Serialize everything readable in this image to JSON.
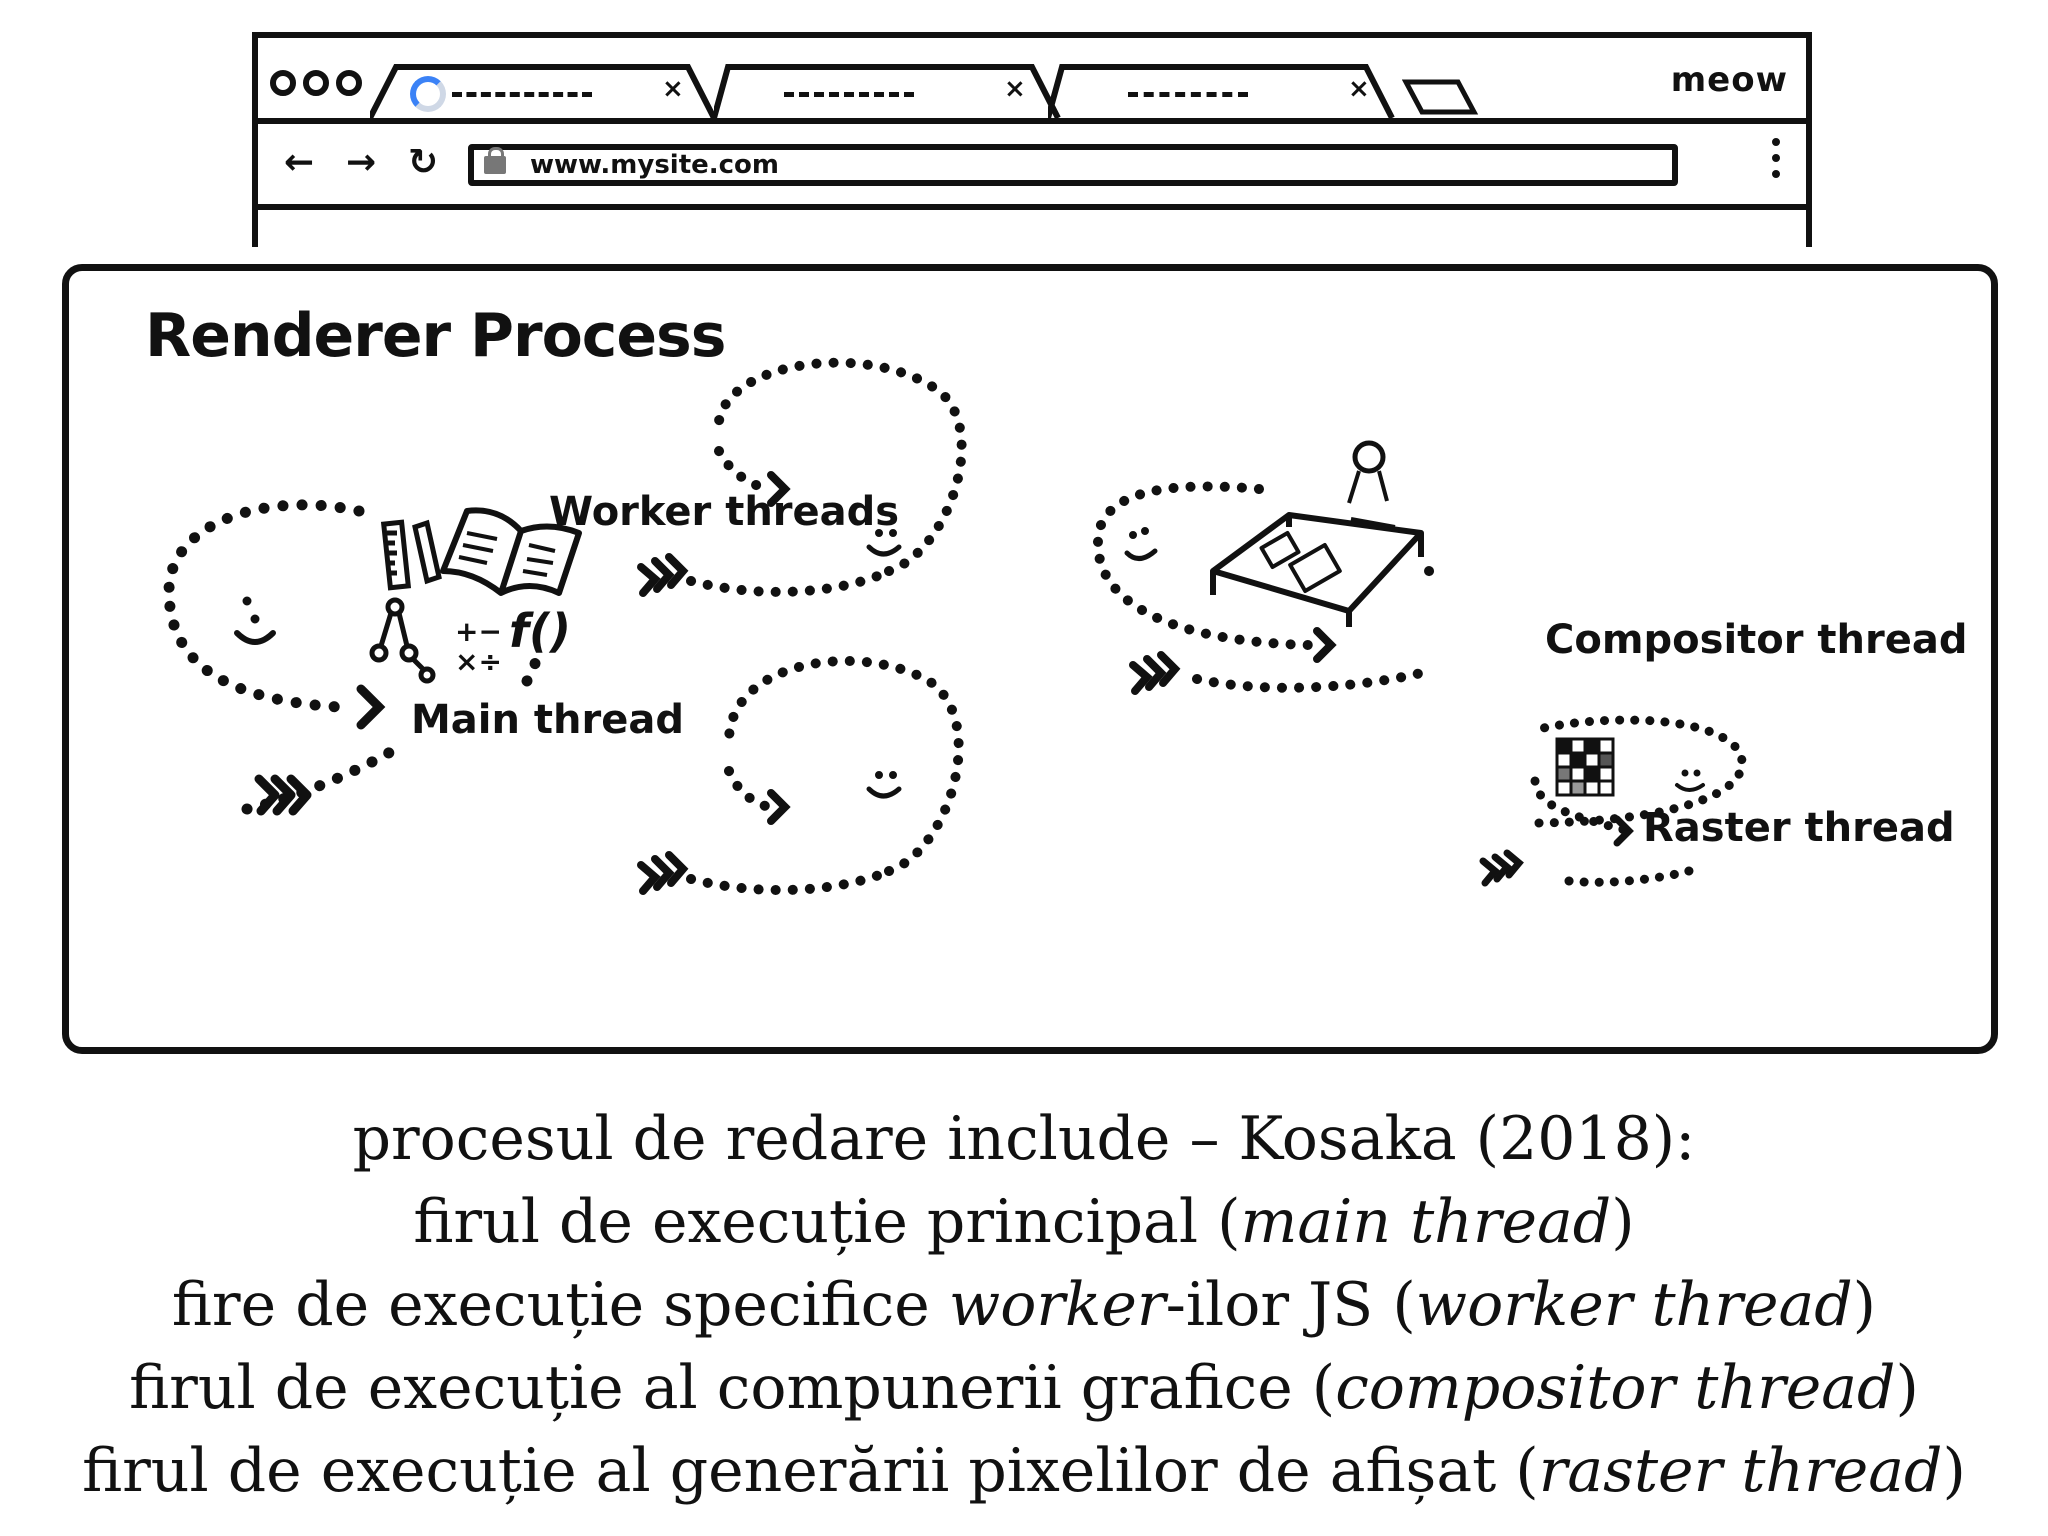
{
  "browser": {
    "brand_text": "meow",
    "url": "www.mysite.com",
    "nav": {
      "back": "←",
      "forward": "→",
      "reload": "↻"
    },
    "tabs": [
      {
        "close": "×"
      },
      {
        "close": "×"
      },
      {
        "close": "×"
      }
    ]
  },
  "renderer": {
    "title": "Renderer Process",
    "threads": {
      "main": "Main thread",
      "worker": "Worker threads",
      "compositor": "Compositor thread",
      "raster": "Raster thread"
    },
    "math_symbols": "+−\n×÷",
    "function_symbol": "f()"
  },
  "caption": {
    "line1": "procesul de redare include – Kosaka (2018):",
    "line2_a": "firul de execuție principal (",
    "line2_i": "main thread",
    "line2_b": ")",
    "line3_a": "fire de execuție specifice ",
    "line3_i1": "worker",
    "line3_b": "-ilor JS (",
    "line3_i2": "worker thread",
    "line3_c": ")",
    "line4_a": "firul de execuție al compunerii grafice (",
    "line4_i": "compositor thread",
    "line4_b": ")",
    "line5_a": "firul de execuție al generării pixelilor de afișat (",
    "line5_i": "raster thread",
    "line5_b": ")"
  }
}
